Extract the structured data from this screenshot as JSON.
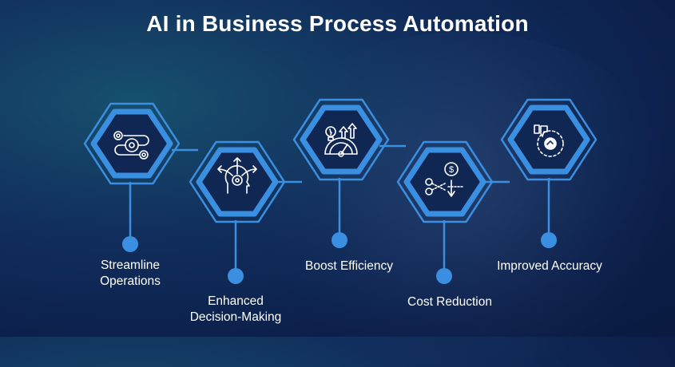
{
  "title": "AI in Business Process Automation",
  "accent_color": "#3b8fe0",
  "steps": [
    {
      "label_line1": "Streamline",
      "label_line2": "Operations",
      "icon": "gears-workflow-icon"
    },
    {
      "label_line1": "Enhanced",
      "label_line2": "Decision-Making",
      "icon": "head-gear-arrows-icon"
    },
    {
      "label_line1": "Boost Efficiency",
      "label_line2": "",
      "icon": "bulb-gauge-arrows-icon"
    },
    {
      "label_line1": "Cost Reduction",
      "label_line2": "",
      "icon": "scissors-dollar-icon"
    },
    {
      "label_line1": "Improved Accuracy",
      "label_line2": "",
      "icon": "target-thumbs-icon"
    }
  ]
}
